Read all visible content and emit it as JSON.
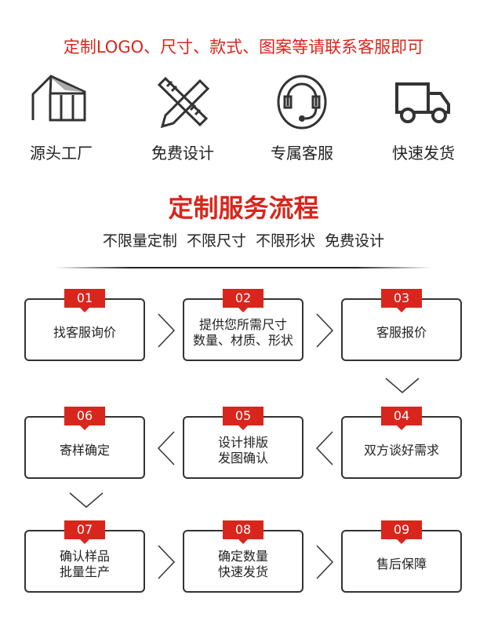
{
  "top_note": "定制LOGO、尺寸、款式、图案等请联系客服即可",
  "features": [
    {
      "label": "源头工厂",
      "icon": "factory-icon"
    },
    {
      "label": "免费设计",
      "icon": "design-tools-icon"
    },
    {
      "label": "专属客服",
      "icon": "headset-icon"
    },
    {
      "label": "快速发货",
      "icon": "truck-icon"
    }
  ],
  "title": "定制服务流程",
  "subtitle": "不限量定制  不限尺寸  不限形状  免费设计",
  "steps": [
    {
      "num": "01",
      "line1": "找客服询价",
      "line2": ""
    },
    {
      "num": "02",
      "line1": "提供您所需尺寸",
      "line2": "数量、材质、形状"
    },
    {
      "num": "03",
      "line1": "客服报价",
      "line2": ""
    },
    {
      "num": "04",
      "line1": "双方谈好需求",
      "line2": ""
    },
    {
      "num": "05",
      "line1": "设计排版",
      "line2": "发图确认"
    },
    {
      "num": "06",
      "line1": "寄样确定",
      "line2": ""
    },
    {
      "num": "07",
      "line1": "确认样品",
      "line2": "批量生产"
    },
    {
      "num": "08",
      "line1": "确定数量",
      "line2": "快速发货"
    },
    {
      "num": "09",
      "line1": "售后保障",
      "line2": ""
    }
  ],
  "colors": {
    "accent": "#d9261c",
    "text": "#222222"
  }
}
